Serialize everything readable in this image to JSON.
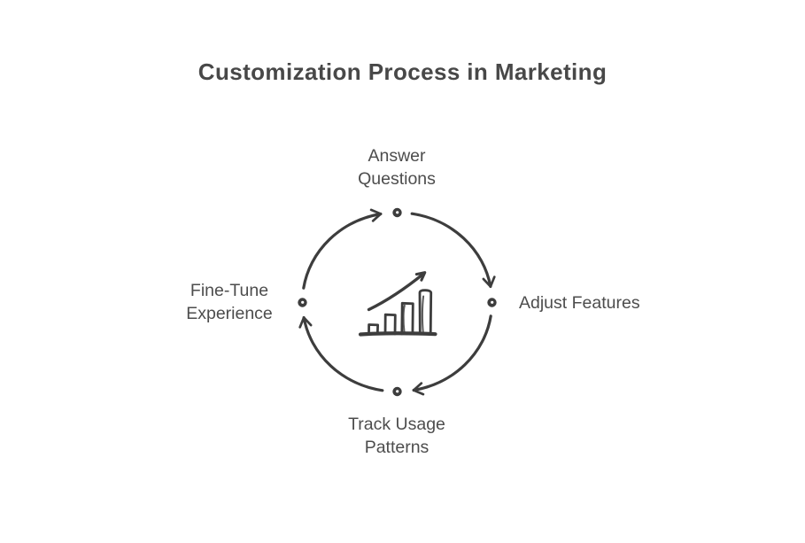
{
  "title": "Customization Process in Marketing",
  "colors": {
    "background": "#ffffff",
    "line": "#3d3d3d",
    "title_text": "#484848",
    "label_text": "#4d4d4d"
  },
  "cycle": {
    "direction": "clockwise",
    "center_icon": "bar-chart-growth",
    "nodes": [
      {
        "id": "answer-questions",
        "position": "top",
        "label": "Answer Questions"
      },
      {
        "id": "adjust-features",
        "position": "right",
        "label": "Adjust Features"
      },
      {
        "id": "track-usage-patterns",
        "position": "bottom",
        "label": "Track Usage Patterns"
      },
      {
        "id": "fine-tune-experience",
        "position": "left",
        "label": "Fine-Tune Experience"
      }
    ]
  }
}
